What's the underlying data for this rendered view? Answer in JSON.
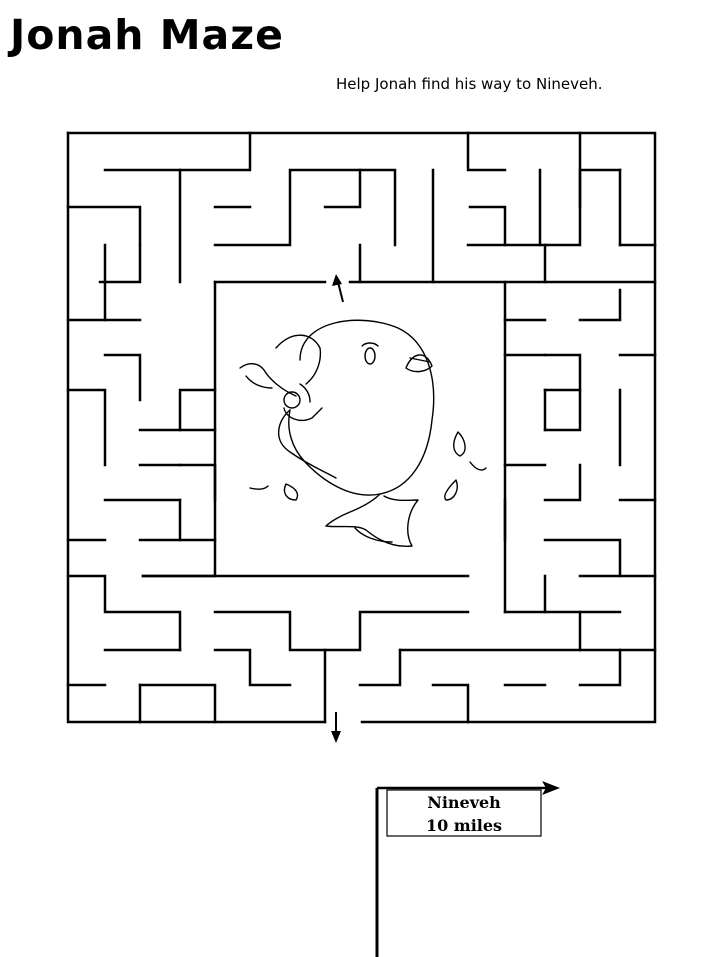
{
  "page": {
    "title": "Jonah Maze",
    "subtitle": "Help Jonah find his way to Nineveh."
  },
  "signpost": {
    "line1": "Nineveh",
    "line2": "10 miles"
  },
  "icons": {
    "start_arrow": "arrow-up-icon",
    "finish_arrow": "arrow-down-icon",
    "sign_arrow": "arrow-right-icon",
    "illustration": "jonah-whale-illustration"
  }
}
